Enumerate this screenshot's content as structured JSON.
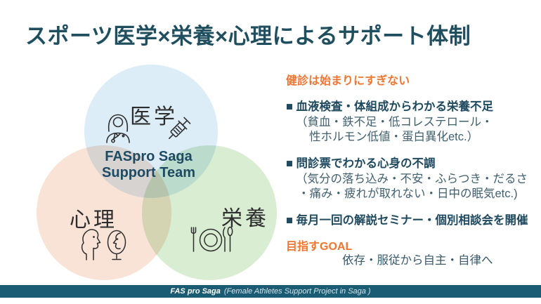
{
  "title": "スポーツ医学×栄養×心理によるサポート体制",
  "venn": {
    "center_line1": "FASpro Saga",
    "center_line2": "Support Team",
    "circles": [
      {
        "label": "医学",
        "color": "#DCEDF8",
        "icons": [
          "doctor-icon",
          "syringe-icon"
        ]
      },
      {
        "label": "心理",
        "color": "#F9E3D7",
        "icons": [
          "talking-faces-icon"
        ]
      },
      {
        "label": "栄養",
        "color": "#D9EDD3",
        "icons": [
          "plate-cutlery-icon"
        ]
      }
    ]
  },
  "content": {
    "intro": "健診は始まりにすぎない",
    "bullets": [
      {
        "title": "■ 血液検査・体組成からわかる栄養不足",
        "subs": [
          "（貧血・鉄不足・低コレステロール・",
          "性ホルモン低値・蛋白異化etc.）"
        ]
      },
      {
        "title": "■ 問診票でわかる心身の不調",
        "subs": [
          "（気分の落ち込み・不安・ふらつき・だるさ",
          "・痛み・疲れが取れない・日中の眠気etc.)"
        ]
      },
      {
        "title": "■ 毎月一回の解説セミナー・個別相談会を開催",
        "subs": []
      }
    ],
    "goal_label": "目指すGOAL",
    "goal_text": "依存・服従から自主・自律へ"
  },
  "footer": {
    "brand": "FAS pro Saga",
    "subtitle": "(Female Athletes Support Project in Saga )"
  },
  "colors": {
    "title_text": "#1F4E5F",
    "accent_orange": "#ED7732",
    "body_text": "#41606F",
    "medicine_circle": "#DCEDF8",
    "psychology_circle": "#F9E3D7",
    "nutrition_circle": "#D9EDD3",
    "footer_bar": "#1B5C75"
  }
}
